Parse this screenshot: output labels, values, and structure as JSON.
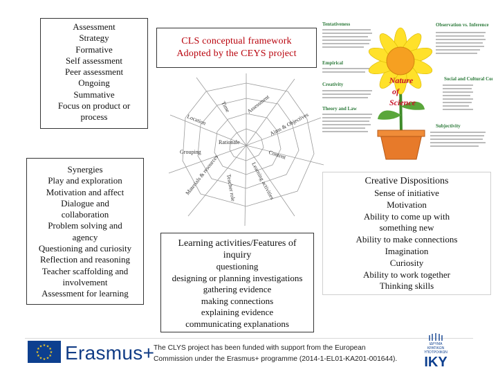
{
  "assessment": {
    "lines": [
      "Assessment",
      "Strategy",
      "Formative",
      "Self assessment",
      "Peer assessment",
      "Ongoing",
      "Summative",
      "Focus on product or",
      "process"
    ]
  },
  "synergies": {
    "lines": [
      "Synergies",
      "Play and exploration",
      "Motivation and affect",
      "Dialogue and",
      "collaboration",
      "Problem solving and",
      "agency",
      "Questioning and curiosity",
      "Reflection and reasoning",
      "Teacher scaffolding and",
      "involvement",
      "Assessment for learning"
    ]
  },
  "framework": {
    "lines": [
      "CLS conceptual framework",
      "Adopted by the CEYS project"
    ],
    "color": "#b8000a"
  },
  "learning": {
    "lines": [
      "Learning activities/Features of",
      "inquiry",
      "questioning",
      "designing or planning investigations",
      "gathering evidence",
      "making connections",
      "explaining evidence",
      "communicating explanations"
    ]
  },
  "creative": {
    "lines": [
      "Creative Dispositions",
      "Sense of initiative",
      "Motivation",
      "Ability to come up with",
      "something new",
      "Ability to make connections",
      "Imagination",
      "Curiosity",
      "Ability to work together",
      "Thinking skills"
    ]
  },
  "web": {
    "labels": [
      "Time",
      "Assessment",
      "Location",
      "Aims & Objectives",
      "Rationale",
      "Grouping",
      "Content",
      "Materials & resources",
      "Teacher role",
      "Learning activities"
    ]
  },
  "nos": {
    "headings": [
      "Tentativeness",
      "Observation vs. Inference",
      "Empirical",
      "Social and Cultural Context",
      "Creativity",
      "Theory and Law",
      "Subjectivity"
    ],
    "center": [
      "Nature",
      "of",
      "Science"
    ]
  },
  "footer": {
    "erasmus": "Erasmus+",
    "funding_line1": "The CLYS project has been funded with support from the European",
    "funding_line2": "Commission under the Erasmus+ programme (2014-1-EL01-KA201-001644).",
    "iky_small1": "ΙΔΡΥΜΑ",
    "iky_small2": "ΚΡΑΤΙΚΩΝ",
    "iky_small3": "ΥΠΟΤΡΟΦΙΩΝ",
    "iky": "IKY"
  }
}
